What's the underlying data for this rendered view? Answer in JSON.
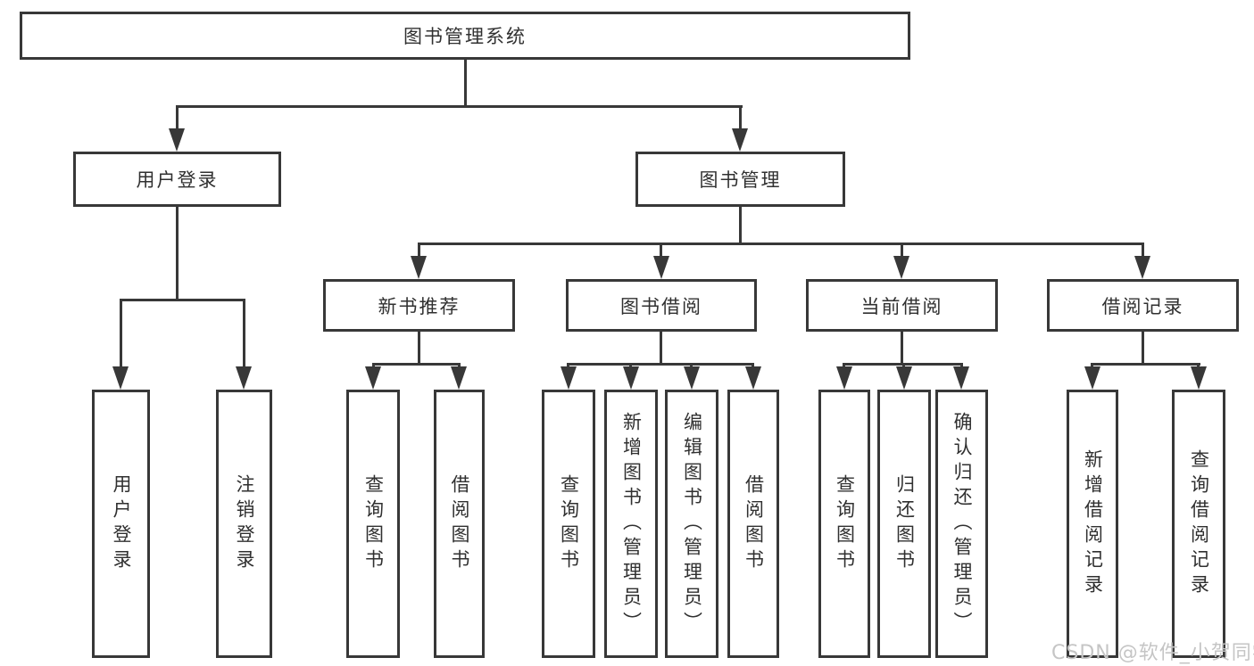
{
  "diagram": {
    "type": "hierarchy-tree",
    "colors": {
      "line": "#383838",
      "text": "#303030",
      "background": "#ffffff",
      "watermark": "#c5c5c5"
    },
    "tree": {
      "label": "图书管理系统",
      "children": [
        {
          "label": "用户登录",
          "children": [
            {
              "label": "用户登录"
            },
            {
              "label": "注销登录"
            }
          ]
        },
        {
          "label": "图书管理",
          "children": [
            {
              "label": "新书推荐",
              "children": [
                {
                  "label": "查询图书"
                },
                {
                  "label": "借阅图书"
                }
              ]
            },
            {
              "label": "图书借阅",
              "children": [
                {
                  "label": "查询图书"
                },
                {
                  "label": "新增图书（管理员）"
                },
                {
                  "label": "编辑图书（管理员）"
                },
                {
                  "label": "借阅图书"
                }
              ]
            },
            {
              "label": "当前借阅",
              "children": [
                {
                  "label": "查询图书"
                },
                {
                  "label": "归还图书"
                },
                {
                  "label": "确认归还（管理员）"
                }
              ]
            },
            {
              "label": "借阅记录",
              "children": [
                {
                  "label": "新增借阅记录"
                },
                {
                  "label": "查询借阅记录"
                }
              ]
            }
          ]
        }
      ]
    },
    "watermark": {
      "text": "CSDN @软件_小贺同学"
    }
  }
}
